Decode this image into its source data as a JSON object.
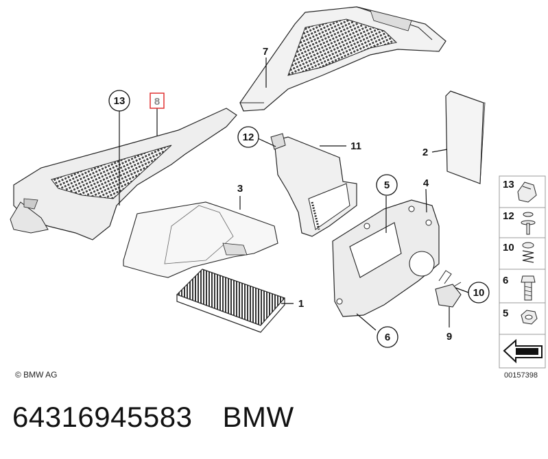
{
  "callouts": {
    "c1": "1",
    "c2": "2",
    "c3": "3",
    "c4": "4",
    "c5": "5",
    "c6": "6",
    "c7": "7",
    "c8": "8",
    "c9": "9",
    "c10": "10",
    "c11": "11",
    "c12": "12",
    "c13": "13"
  },
  "legend": [
    "13",
    "12",
    "10",
    "6",
    "5"
  ],
  "copyright": "© BMW AG",
  "drawing_number": "00157398",
  "part_number": "64316945583",
  "brand": "BMW",
  "highlight_color": "#e03030"
}
